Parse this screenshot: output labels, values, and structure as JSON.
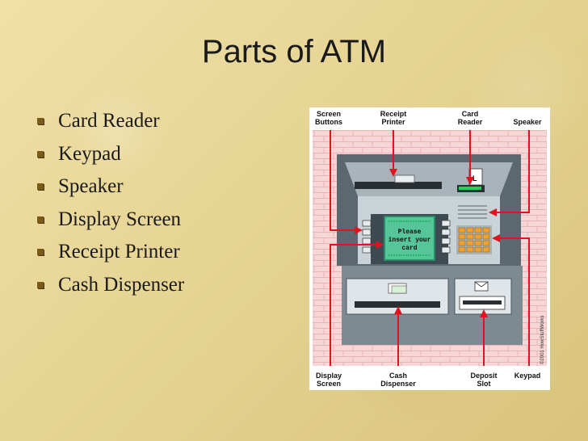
{
  "slide": {
    "title": "Parts of ATM",
    "bullets": [
      "Card Reader",
      "Keypad",
      "Speaker",
      "Display Screen",
      "Receipt Printer",
      "Cash Dispenser"
    ]
  },
  "diagram": {
    "top_labels": [
      {
        "line1": "Screen",
        "line2": "Buttons"
      },
      {
        "line1": "Receipt",
        "line2": "Printer"
      },
      {
        "line1": "Card",
        "line2": "Reader"
      },
      {
        "line1": "Speaker",
        "line2": ""
      }
    ],
    "bottom_labels": [
      {
        "line1": "Display",
        "line2": "Screen"
      },
      {
        "line1": "Cash",
        "line2": "Dispenser"
      },
      {
        "line1": "Deposit",
        "line2": "Slot"
      },
      {
        "line1": "Keypad",
        "line2": ""
      }
    ],
    "screen_text": [
      "Please",
      "insert your",
      "card"
    ],
    "copyright": "©2001 HowStuffWorks"
  },
  "colors": {
    "background": "#e6d494",
    "bullet": "#7a5a18",
    "arrow": "#e0141e",
    "screen": "#2a8a6a",
    "brick": "#f2c8c8"
  }
}
